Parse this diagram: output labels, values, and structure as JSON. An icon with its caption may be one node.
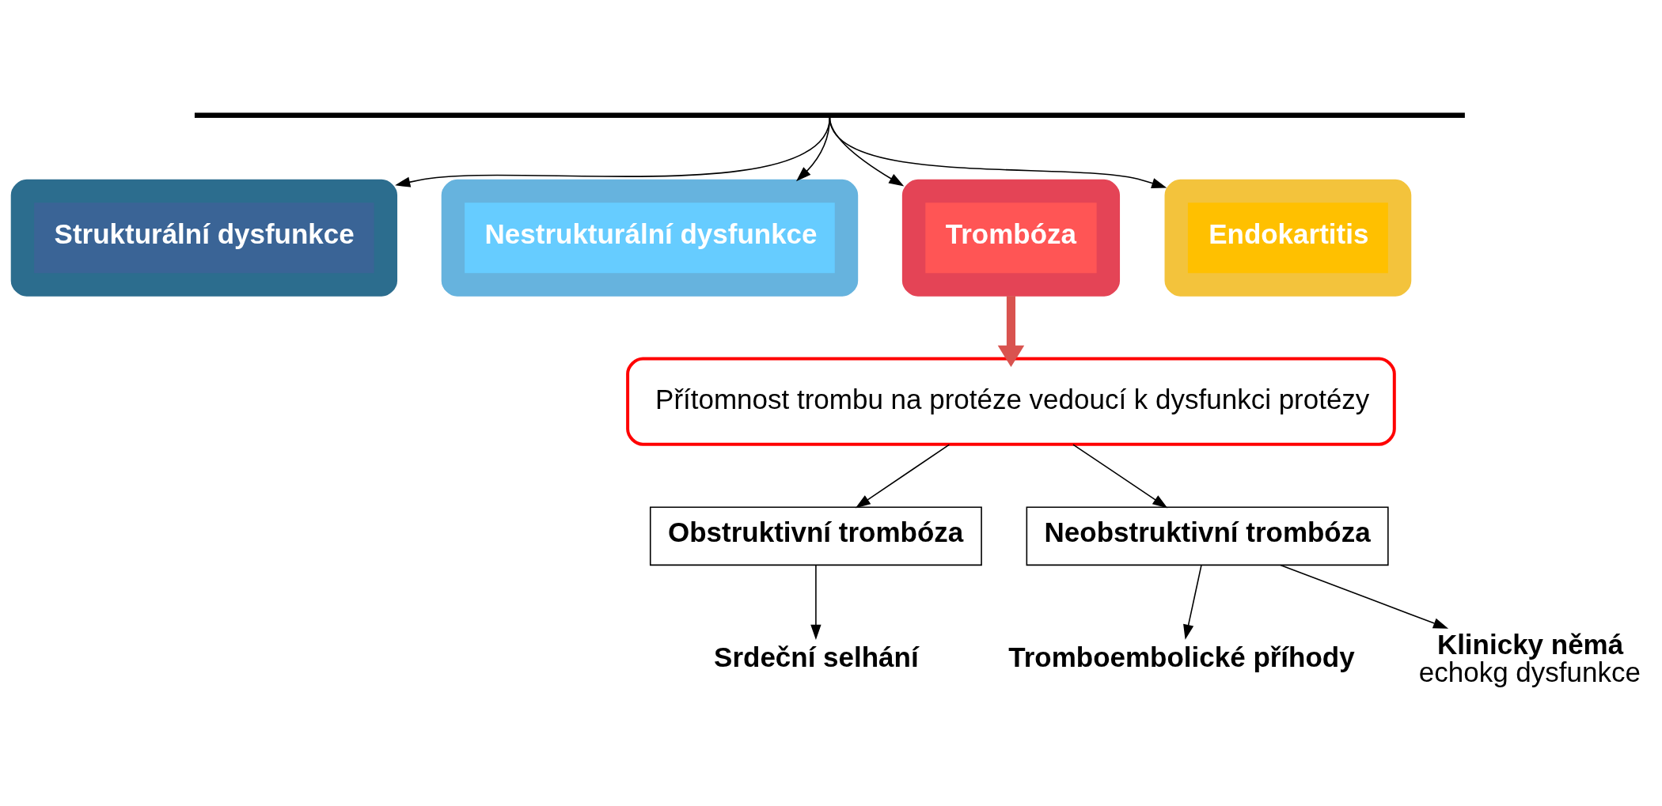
{
  "diagram": {
    "nodes": [
      {
        "text": [],
        "shape": "bar"
      },
      {
        "text": [
          "Strukturální dysfunkce"
        ]
      },
      {
        "text": [
          "Nestrukturální dysfunkce"
        ]
      },
      {
        "text": [
          "Trombóza"
        ]
      },
      {
        "text": [
          "Endokartitis"
        ]
      },
      {
        "text": [
          "Přítomnost trombu na protéze vedoucí k dysfunkci protézy"
        ]
      },
      {
        "text": [
          "Obstruktivní trombóza"
        ]
      },
      {
        "text": [
          "Neobstruktivní trombóza"
        ]
      },
      {
        "text": [
          "Srdeční selhání"
        ]
      },
      {
        "text": [
          "Tromboembolické příhody"
        ]
      },
      {
        "text": [
          "Klinicky němá",
          "echokg dysfunkce"
        ]
      }
    ],
    "edges": [
      {
        "from": 0,
        "to": 1,
        "arrow": "to"
      },
      {
        "from": 0,
        "to": 2,
        "arrow": "to"
      },
      {
        "from": 0,
        "to": 3,
        "arrow": "to"
      },
      {
        "from": 0,
        "to": 4,
        "arrow": "to"
      },
      {
        "from": 3,
        "to": 5,
        "arrow": "to",
        "style": "thick",
        "color": "#d9534f"
      },
      {
        "from": 5,
        "to": 6,
        "arrow": "to"
      },
      {
        "from": 5,
        "to": 7,
        "arrow": "to"
      },
      {
        "from": 6,
        "to": 8,
        "arrow": "to"
      },
      {
        "from": 7,
        "to": 9,
        "arrow": "to"
      },
      {
        "from": 7,
        "to": 10,
        "arrow": "to"
      }
    ]
  }
}
